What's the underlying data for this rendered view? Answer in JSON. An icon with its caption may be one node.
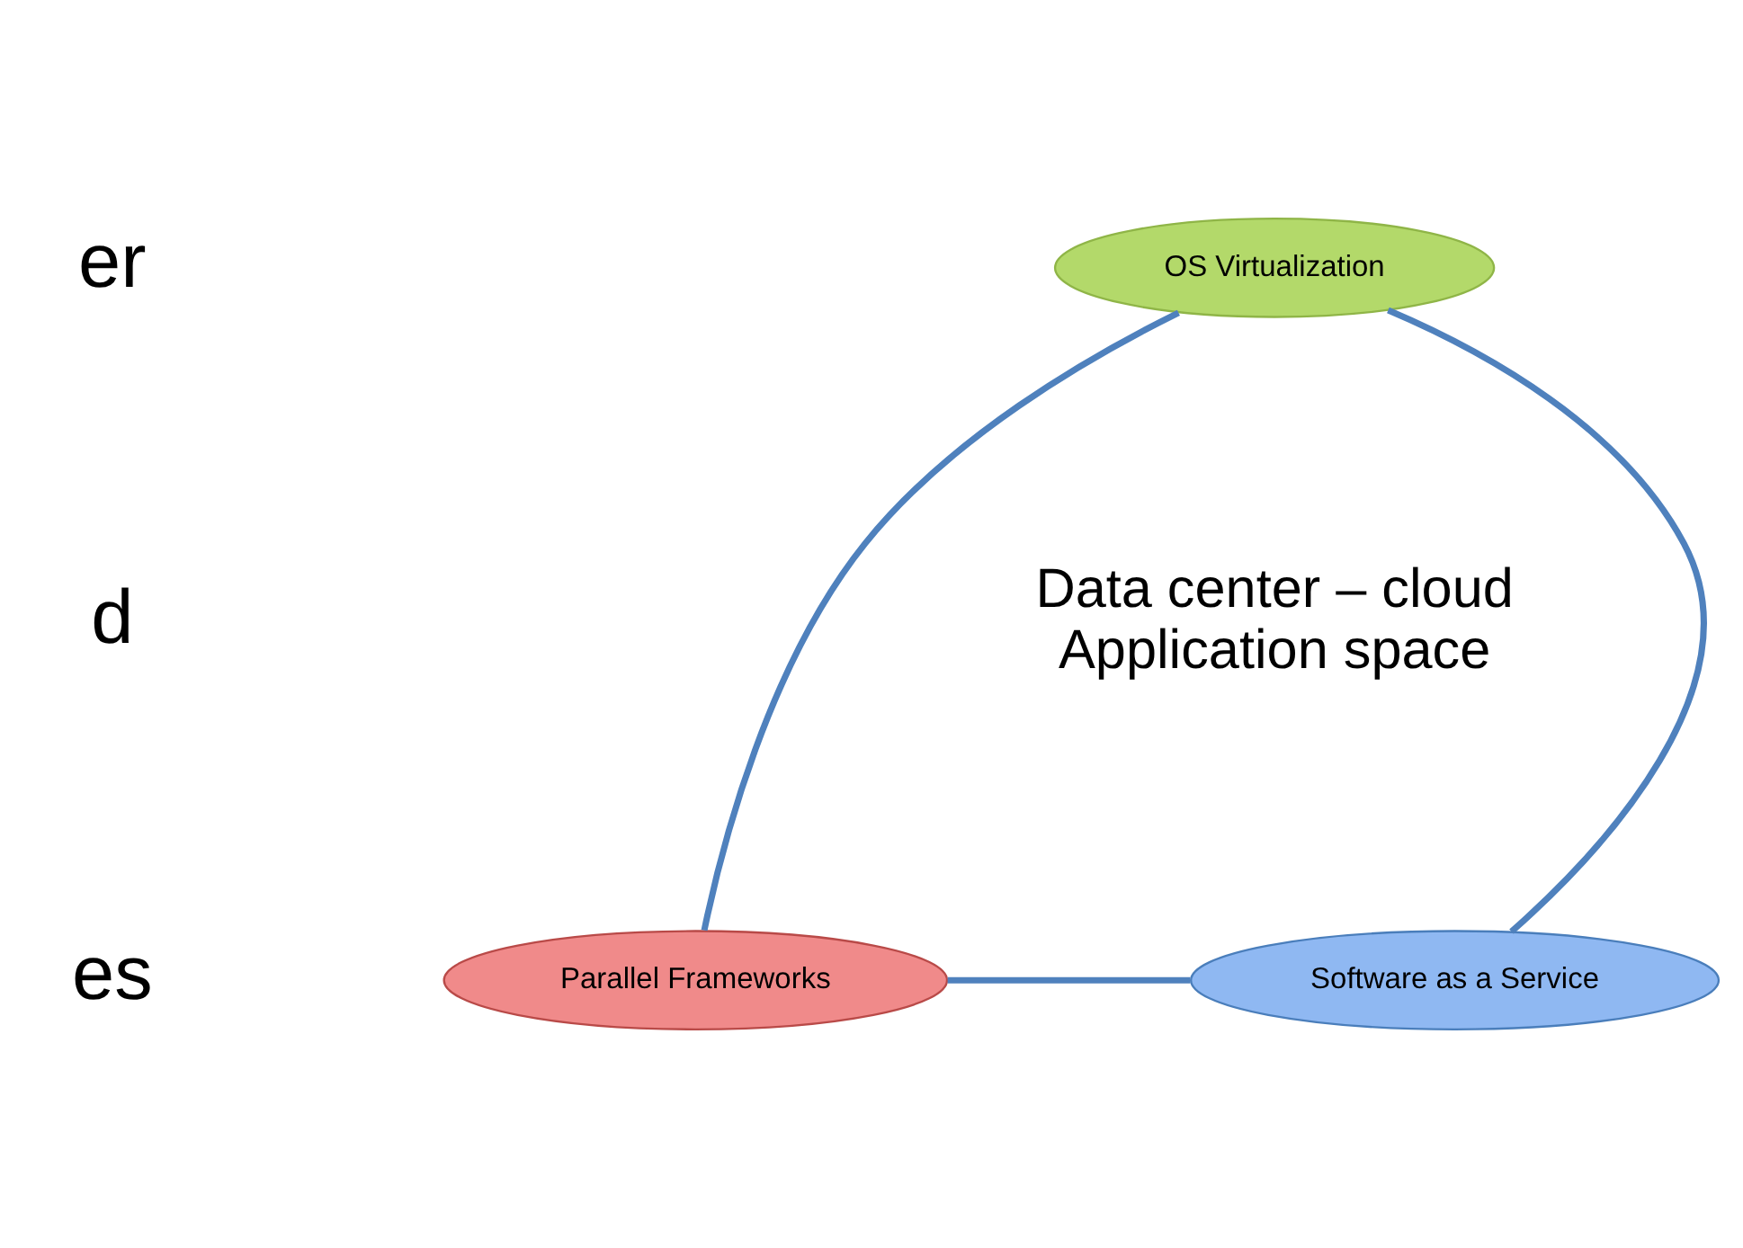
{
  "diagram": {
    "nodes": [
      {
        "text": [
          "OS Virtualization"
        ]
      },
      {
        "text": [
          "Parallel Frameworks"
        ]
      },
      {
        "text": [
          "Software as a Service"
        ]
      }
    ],
    "edges": [
      {
        "from": 0,
        "to": 1,
        "arrow": "none"
      },
      {
        "from": 0,
        "to": 2,
        "arrow": "none"
      },
      {
        "from": 1,
        "to": 2,
        "arrow": "none"
      }
    ],
    "labels": [
      "er",
      "d",
      "es",
      "Data center – cloud",
      "Application space"
    ]
  }
}
